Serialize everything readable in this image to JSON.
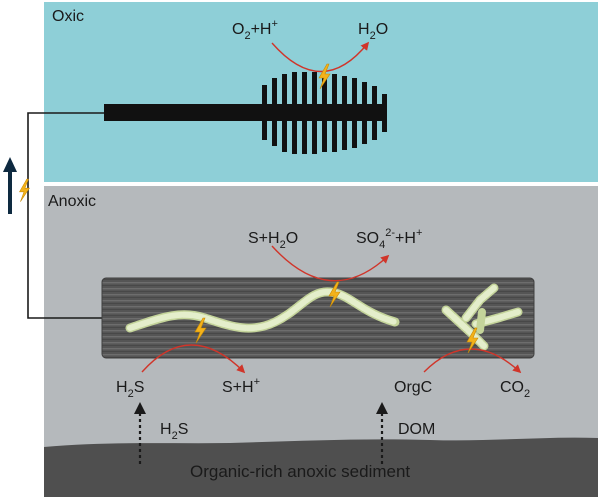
{
  "zones": {
    "oxic_label": "Oxic",
    "anoxic_label": "Anoxic",
    "sediment_label": "Organic-rich anoxic sediment"
  },
  "reactions": {
    "oxygen_reduction": {
      "reactant_o": "O",
      "reactant_o_sub": "2",
      "reactant_plus": "+H",
      "reactant_sup": "+",
      "product_h": "H",
      "product_sub": "2",
      "product_o": "O"
    },
    "sulfur_oxidation": {
      "reactant_prefix": "S+H",
      "reactant_sub": "2",
      "reactant_suffix": "O",
      "product_so": "SO",
      "product_sub": "4",
      "product_sup": "2-",
      "product_suffix": "+H",
      "product_sup2": "+"
    },
    "sulfide_oxidation": {
      "reactant_h": "H",
      "reactant_sub": "2",
      "reactant_s": "S",
      "product_main": "S+H",
      "product_sup": "+"
    },
    "organic_oxidation": {
      "reactant": "OrgC",
      "product_co": "CO",
      "product_sub": "2"
    }
  },
  "fluxes": {
    "h2s_h": "H",
    "h2s_sub": "2",
    "h2s_s": "S",
    "dom": "DOM"
  },
  "colors": {
    "oxic_water": "#8ecfd7",
    "anoxic_water": "#b5b9bc",
    "sediment": "#4f4f4f",
    "filament_bundle": "#525252",
    "cable_bacteria": "#d9e6b6",
    "electron_flash": "#f3b21a",
    "reaction_arrow": "#d0352a",
    "current_arrow": "#0e2a40"
  },
  "icons": {
    "electron_transfer": "lightning-bolt-icon",
    "current_direction": "arrow-up-icon",
    "electrode": "comb-electrode-icon"
  }
}
